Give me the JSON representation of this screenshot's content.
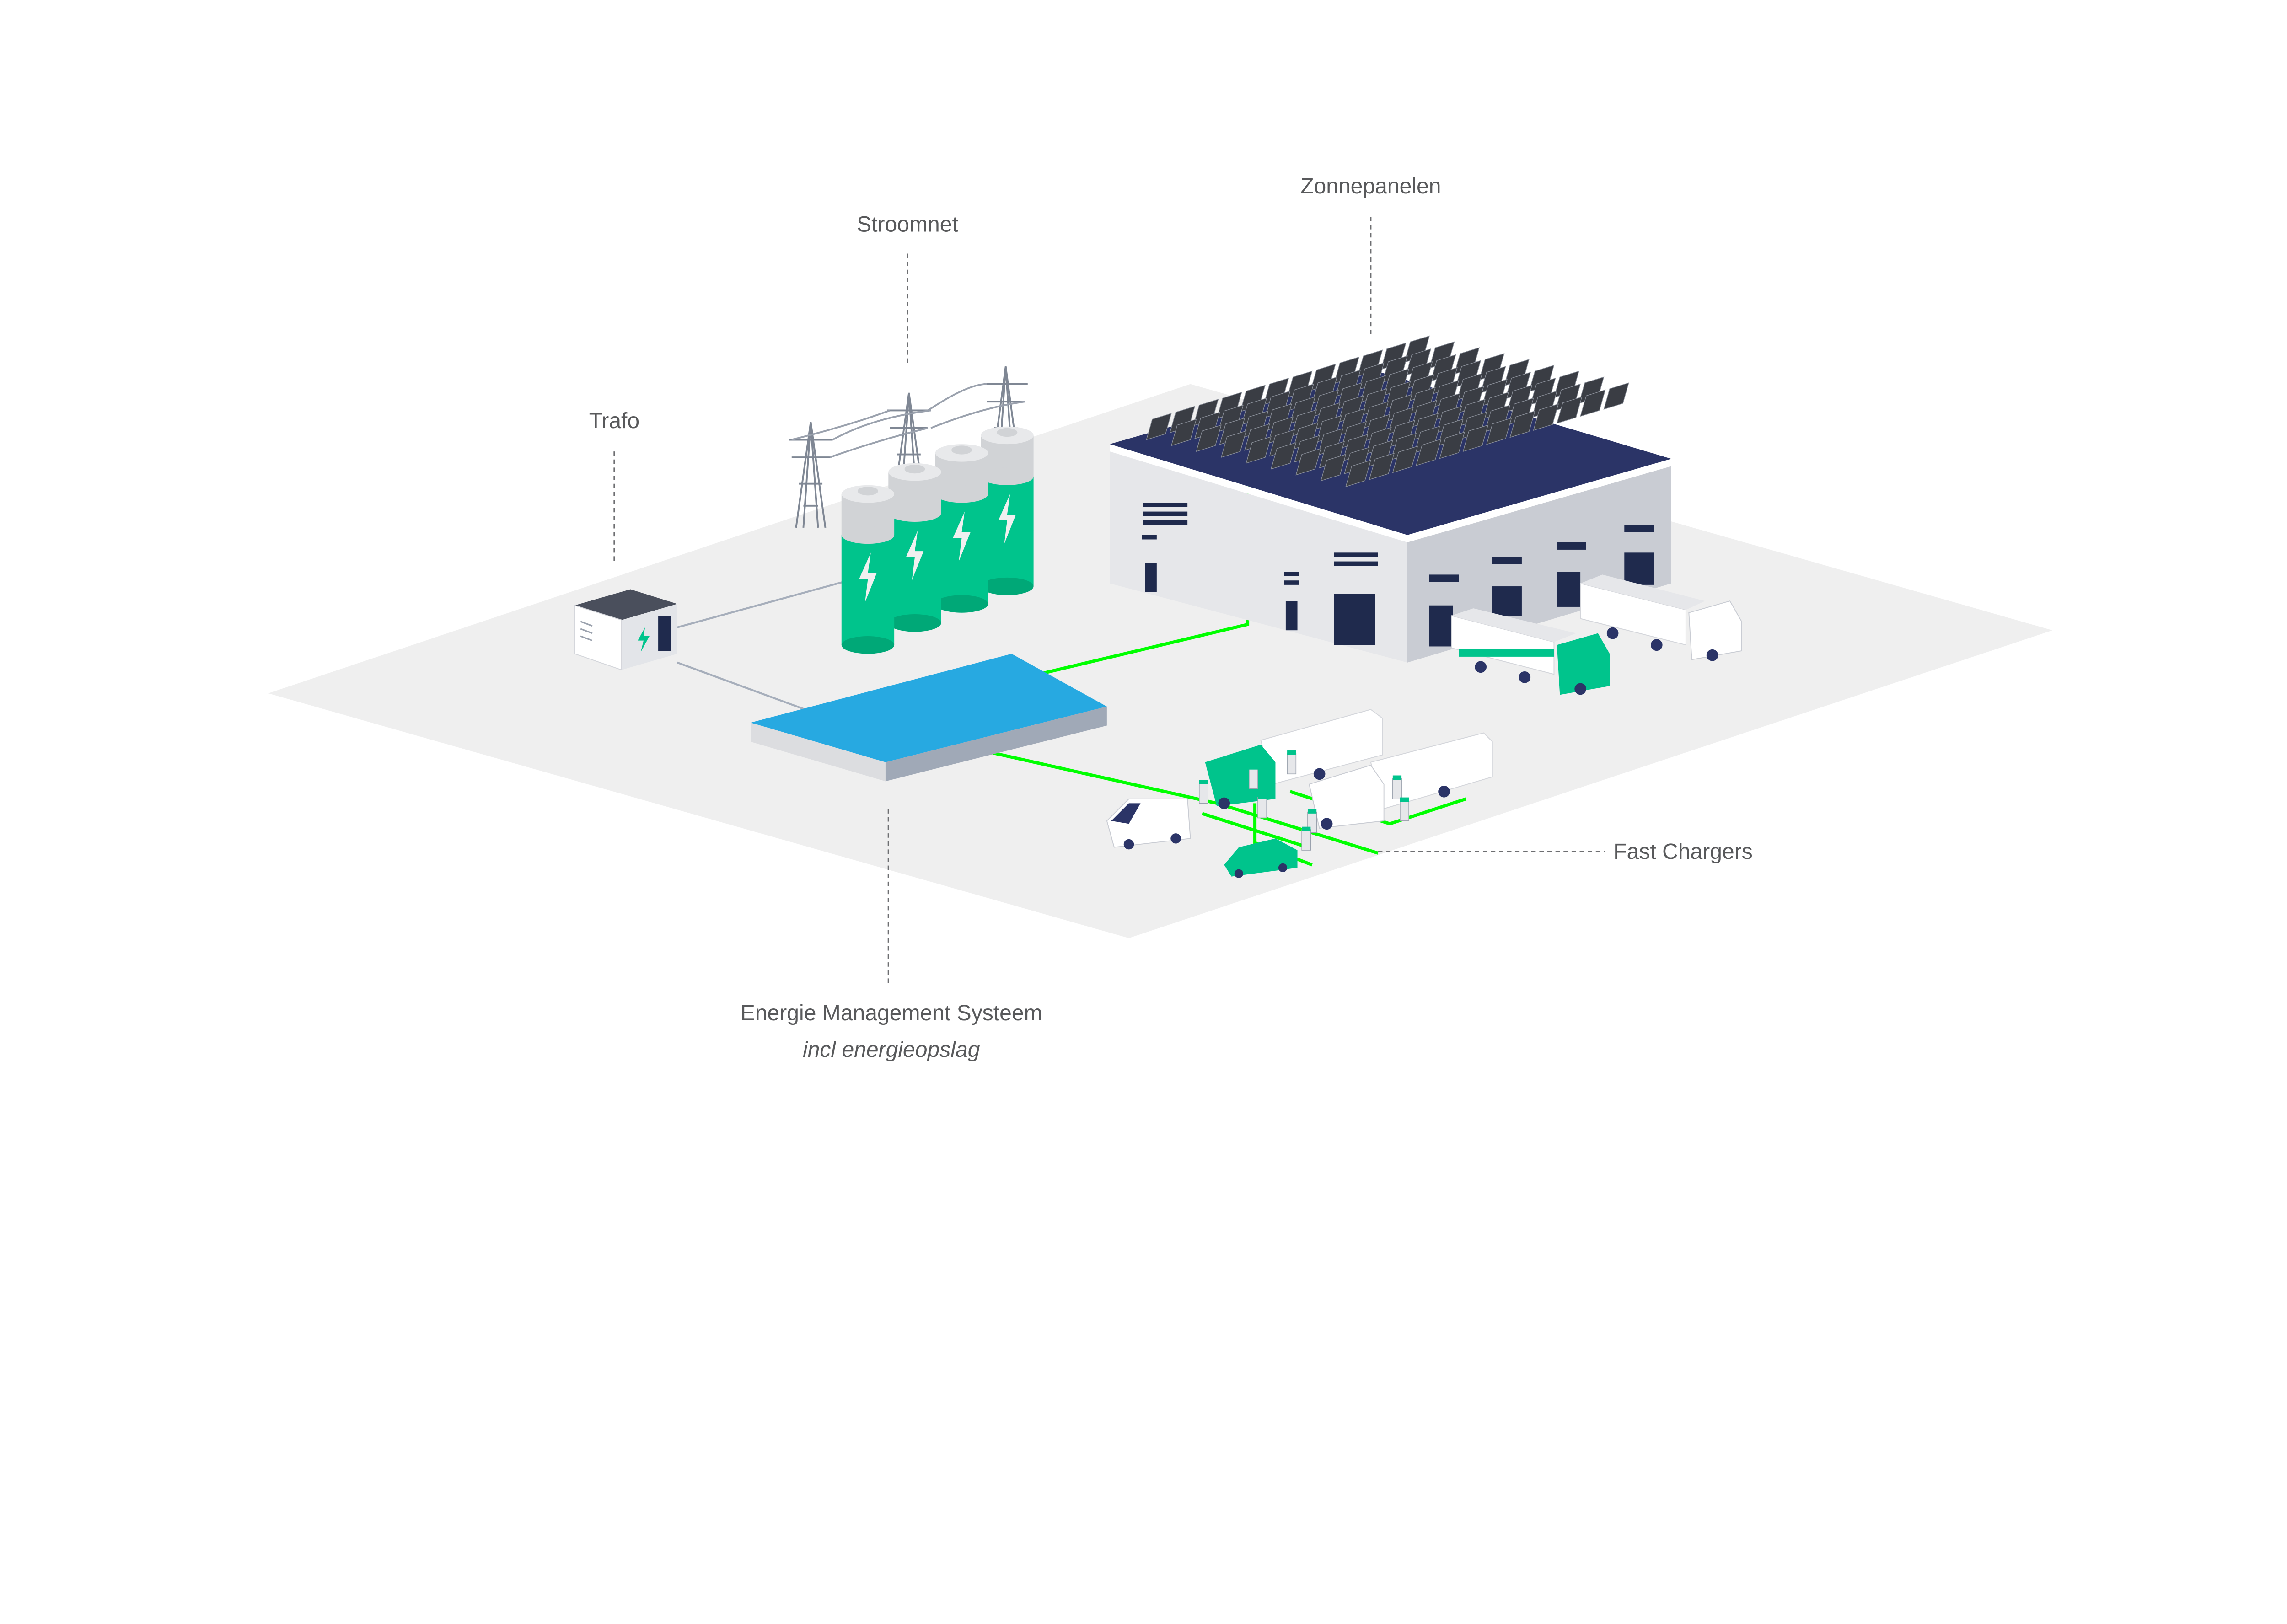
{
  "labels": {
    "trafo": "Trafo",
    "stroomnet": "Stroomnet",
    "zonnepanelen": "Zonnepanelen",
    "ems_title": "Energie Management Systeem",
    "ems_subtitle": "incl energieopslag",
    "fast_chargers": "Fast Chargers"
  },
  "colors": {
    "ground": "#efefef",
    "energy_line": "#00ff00",
    "grid_line": "#a6aebb",
    "battery_green": "#00c48c",
    "platform_blue": "#27a9e1",
    "roof_navy": "#2b3467",
    "label_text": "#58595b"
  }
}
